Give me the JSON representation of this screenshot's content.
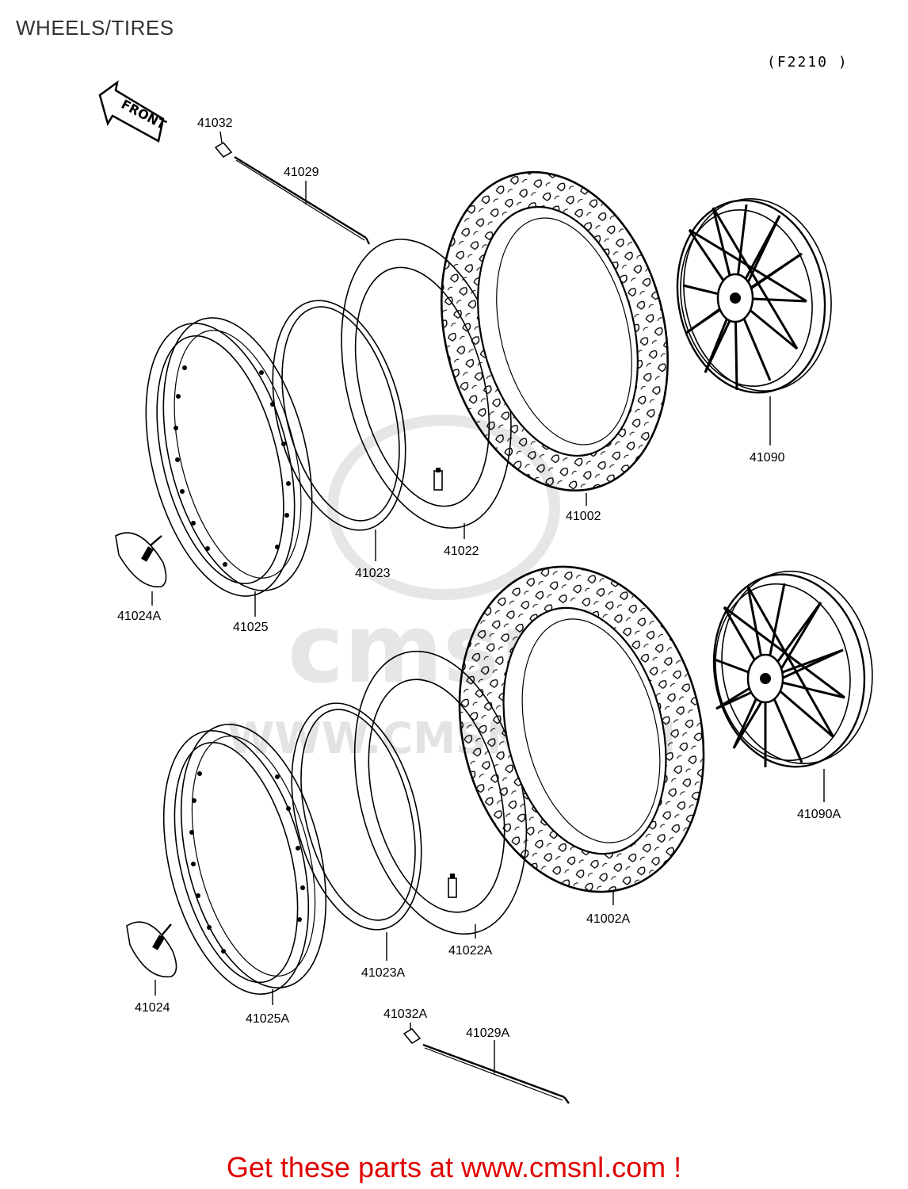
{
  "header": {
    "title": "WHEELS/TIRES",
    "figure_code": "(F2210 )"
  },
  "front_arrow": {
    "label": "FRONT"
  },
  "watermark": {
    "text": "WWW.CMSNL.COM",
    "color": "#e3e3e3"
  },
  "parts": {
    "p41032": "41032",
    "p41029": "41029",
    "p41090": "41090",
    "p41002": "41002",
    "p41022": "41022",
    "p41023": "41023",
    "p41024A": "41024A",
    "p41025": "41025",
    "p41090A": "41090A",
    "p41002A": "41002A",
    "p41022A": "41022A",
    "p41023A": "41023A",
    "p41024": "41024",
    "p41025A": "41025A",
    "p41032A": "41032A",
    "p41029A": "41029A"
  },
  "footer": {
    "text": "Get these parts at www.cmsnl.com !",
    "color": "#e00000"
  }
}
